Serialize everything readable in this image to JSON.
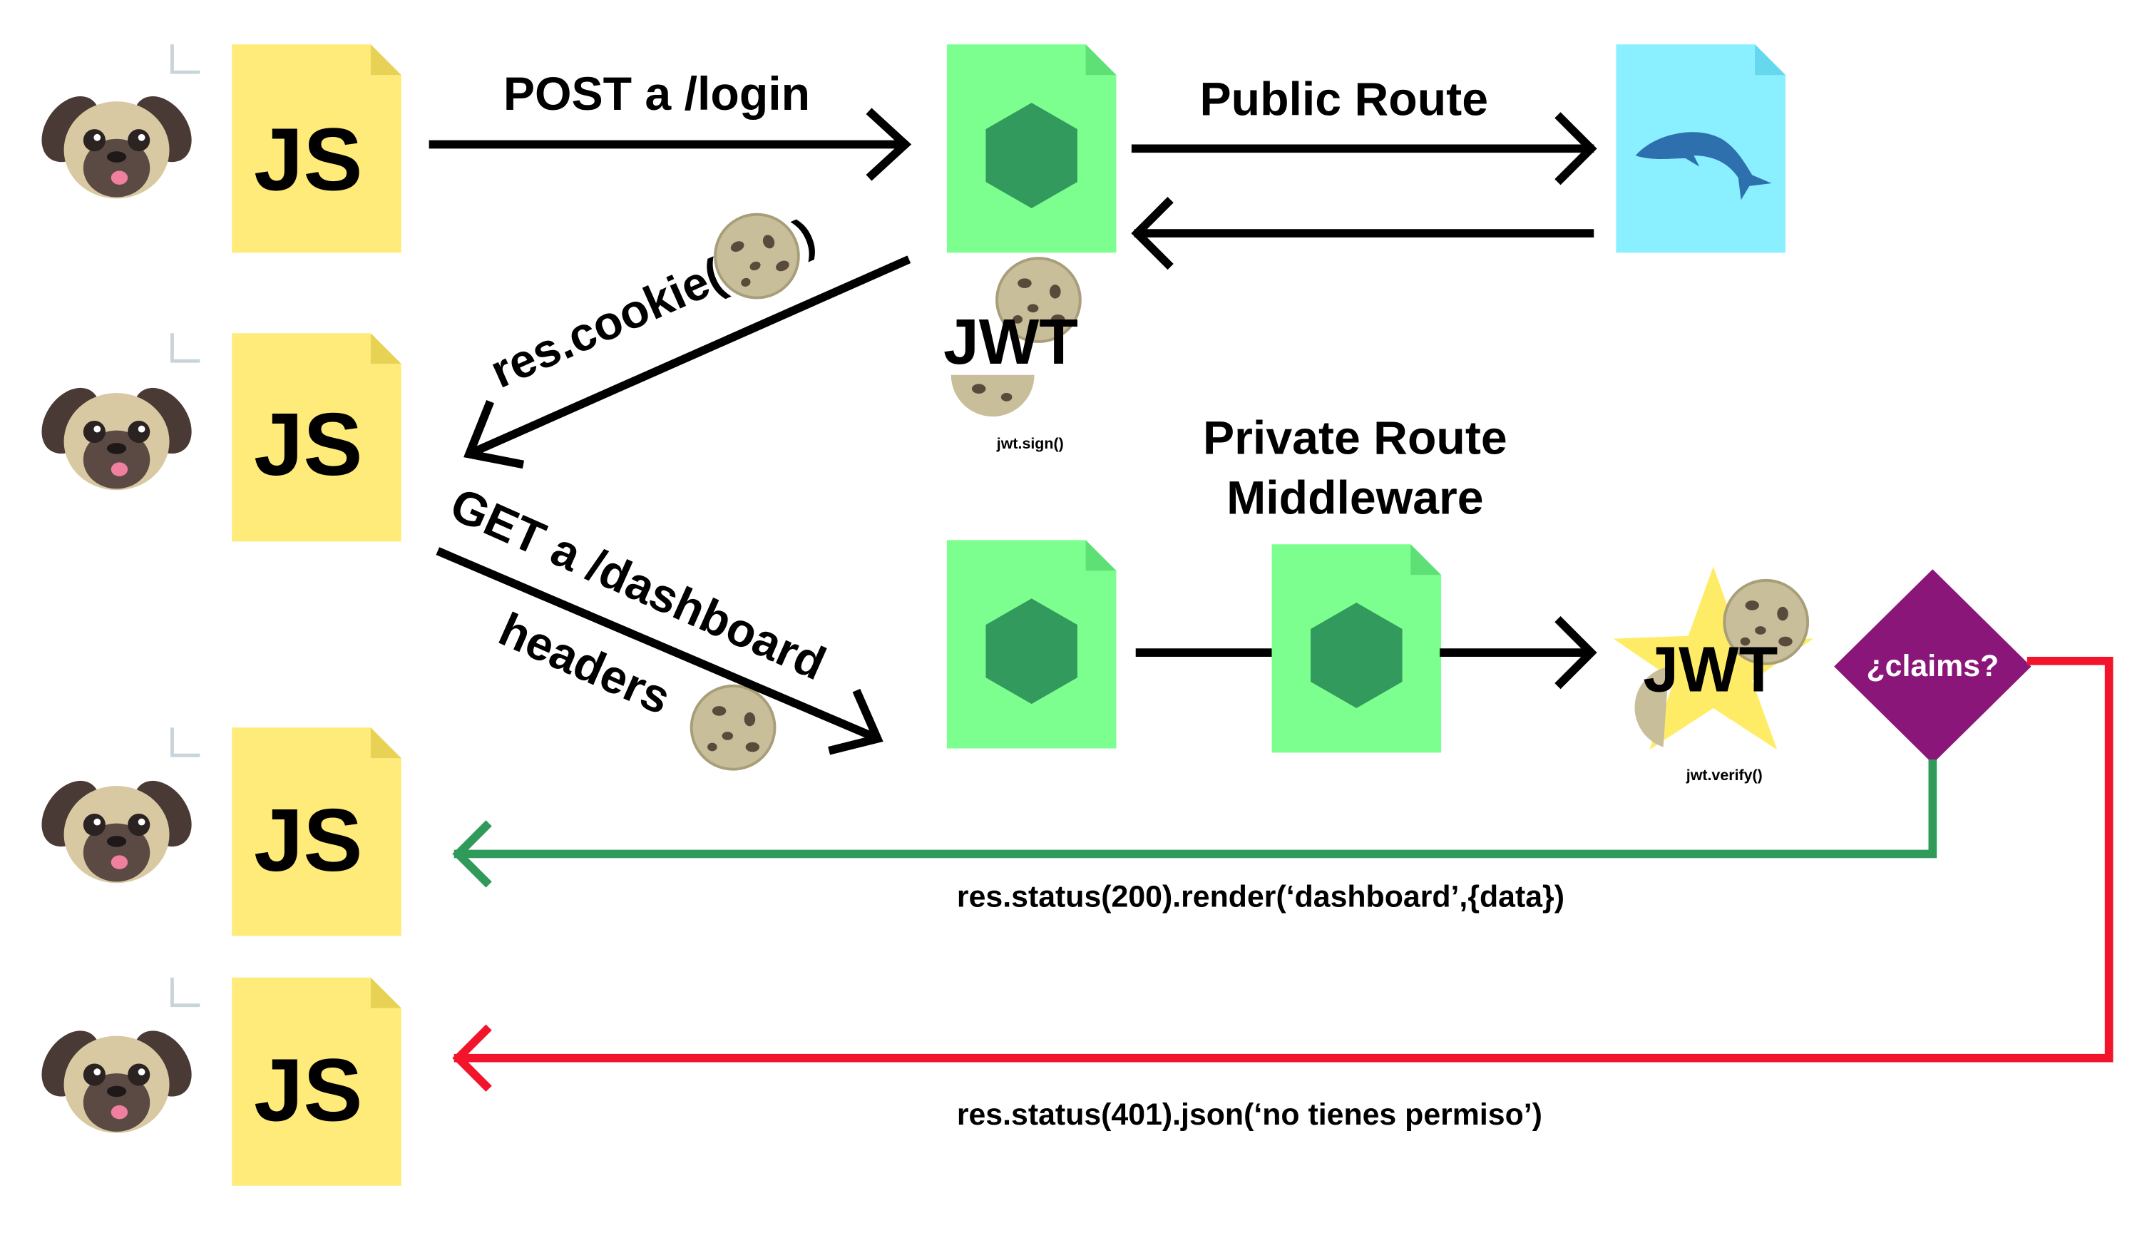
{
  "colors": {
    "js_file": "#FFEB7A",
    "node_file": "#7CFF8F",
    "node_hex": "#339A5E",
    "db_file": "#8AEFFF",
    "dolphin": "#2E6FAE",
    "claims_diamond": "#8B1679",
    "success_arrow": "#2F9A5A",
    "error_arrow": "#F2142B",
    "star": "#FFEC66",
    "cookie": "#C8BE9A"
  },
  "icons": {
    "client": "pug-icon",
    "js": "js-file-icon",
    "server": "nodejs-file-icon",
    "database": "mysql-dolphin-icon",
    "token": "cookie-icon"
  },
  "clients": [
    {
      "label": "JS"
    },
    {
      "label": "JS"
    },
    {
      "label": "JS"
    },
    {
      "label": "JS"
    }
  ],
  "labels": {
    "post_login": "POST a /login",
    "public_route": "Public Route",
    "res_cookie_prefix": "res.cookie(",
    "res_cookie_suffix": ")",
    "jwt_sign_title": "JWT",
    "jwt_sign_caption": "jwt.sign()",
    "get_dashboard": "GET a /dashboard",
    "headers": "headers",
    "private_route_line1": "Private Route",
    "private_route_line2": "Middleware",
    "jwt_verify_title": "JWT",
    "jwt_verify_caption": "jwt.verify()",
    "claims": "¿claims?",
    "success_response": "res.status(200).render(‘dashboard’,{data})",
    "error_response": "res.status(401).json(‘no tienes permiso’)"
  }
}
